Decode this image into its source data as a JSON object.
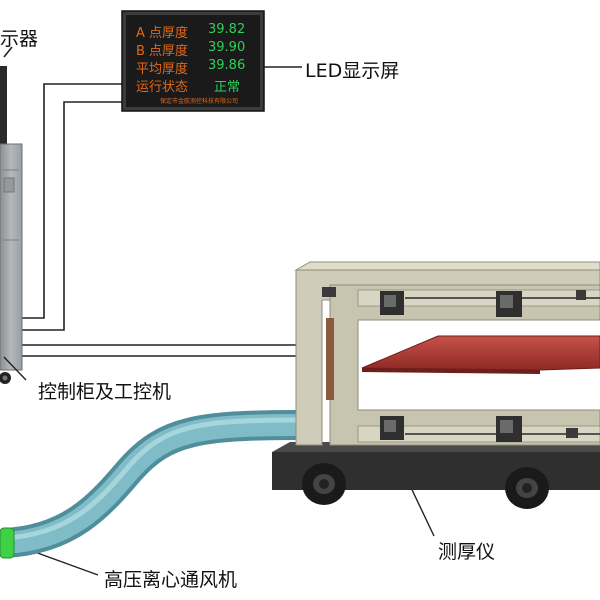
{
  "labels": {
    "monitor": "示器",
    "led_screen": "LED显示屏",
    "control_cabinet": "控制柜及工控机",
    "blower": "高压离心通风机",
    "gauge": "测厚仪"
  },
  "led_panel": {
    "rows": [
      {
        "label": "A 点厚度",
        "value": "39.82"
      },
      {
        "label": "B 点厚度",
        "value": "39.90"
      },
      {
        "label": "平均厚度",
        "value": "39.86"
      },
      {
        "label": "运行状态",
        "value": "正常"
      }
    ],
    "footer": "保定市金航测控科技有限公司"
  },
  "colors": {
    "led_label": "#e0691a",
    "led_value": "#2fd05a",
    "led_footer": "#e0691a",
    "led_background": "#1a1a1a",
    "frame_body": "#cfcdb9",
    "sample_plate": "#b13a33",
    "hose": "#74b3bf",
    "blower_joint": "#3fd045",
    "cabinet": "#a3a7a9"
  }
}
